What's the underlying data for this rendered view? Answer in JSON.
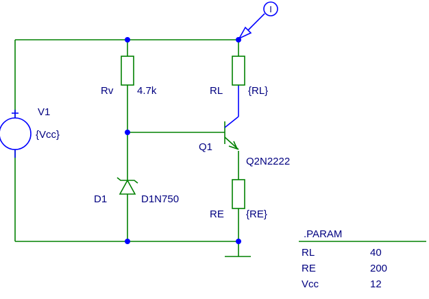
{
  "schematic": {
    "source": {
      "ref": "V1",
      "value": "{Vcc}"
    },
    "resistor_rv": {
      "ref": "Rv",
      "value": "4.7k"
    },
    "resistor_rl": {
      "ref": "RL",
      "value": "{RL}"
    },
    "resistor_re": {
      "ref": "RE",
      "value": "{RE}"
    },
    "diode": {
      "ref": "D1",
      "value": "D1N750"
    },
    "transistor": {
      "ref": "Q1",
      "value": "Q2N2222"
    },
    "current_probe": {
      "symbol": "I"
    }
  },
  "param_table": {
    "title": ".PARAM",
    "rows": [
      {
        "name": "RL",
        "value": "40"
      },
      {
        "name": "RE",
        "value": "200"
      },
      {
        "name": "Vcc",
        "value": "12"
      }
    ]
  },
  "colors": {
    "wire": "#008000",
    "node": "#0000ff",
    "text": "#000080"
  }
}
